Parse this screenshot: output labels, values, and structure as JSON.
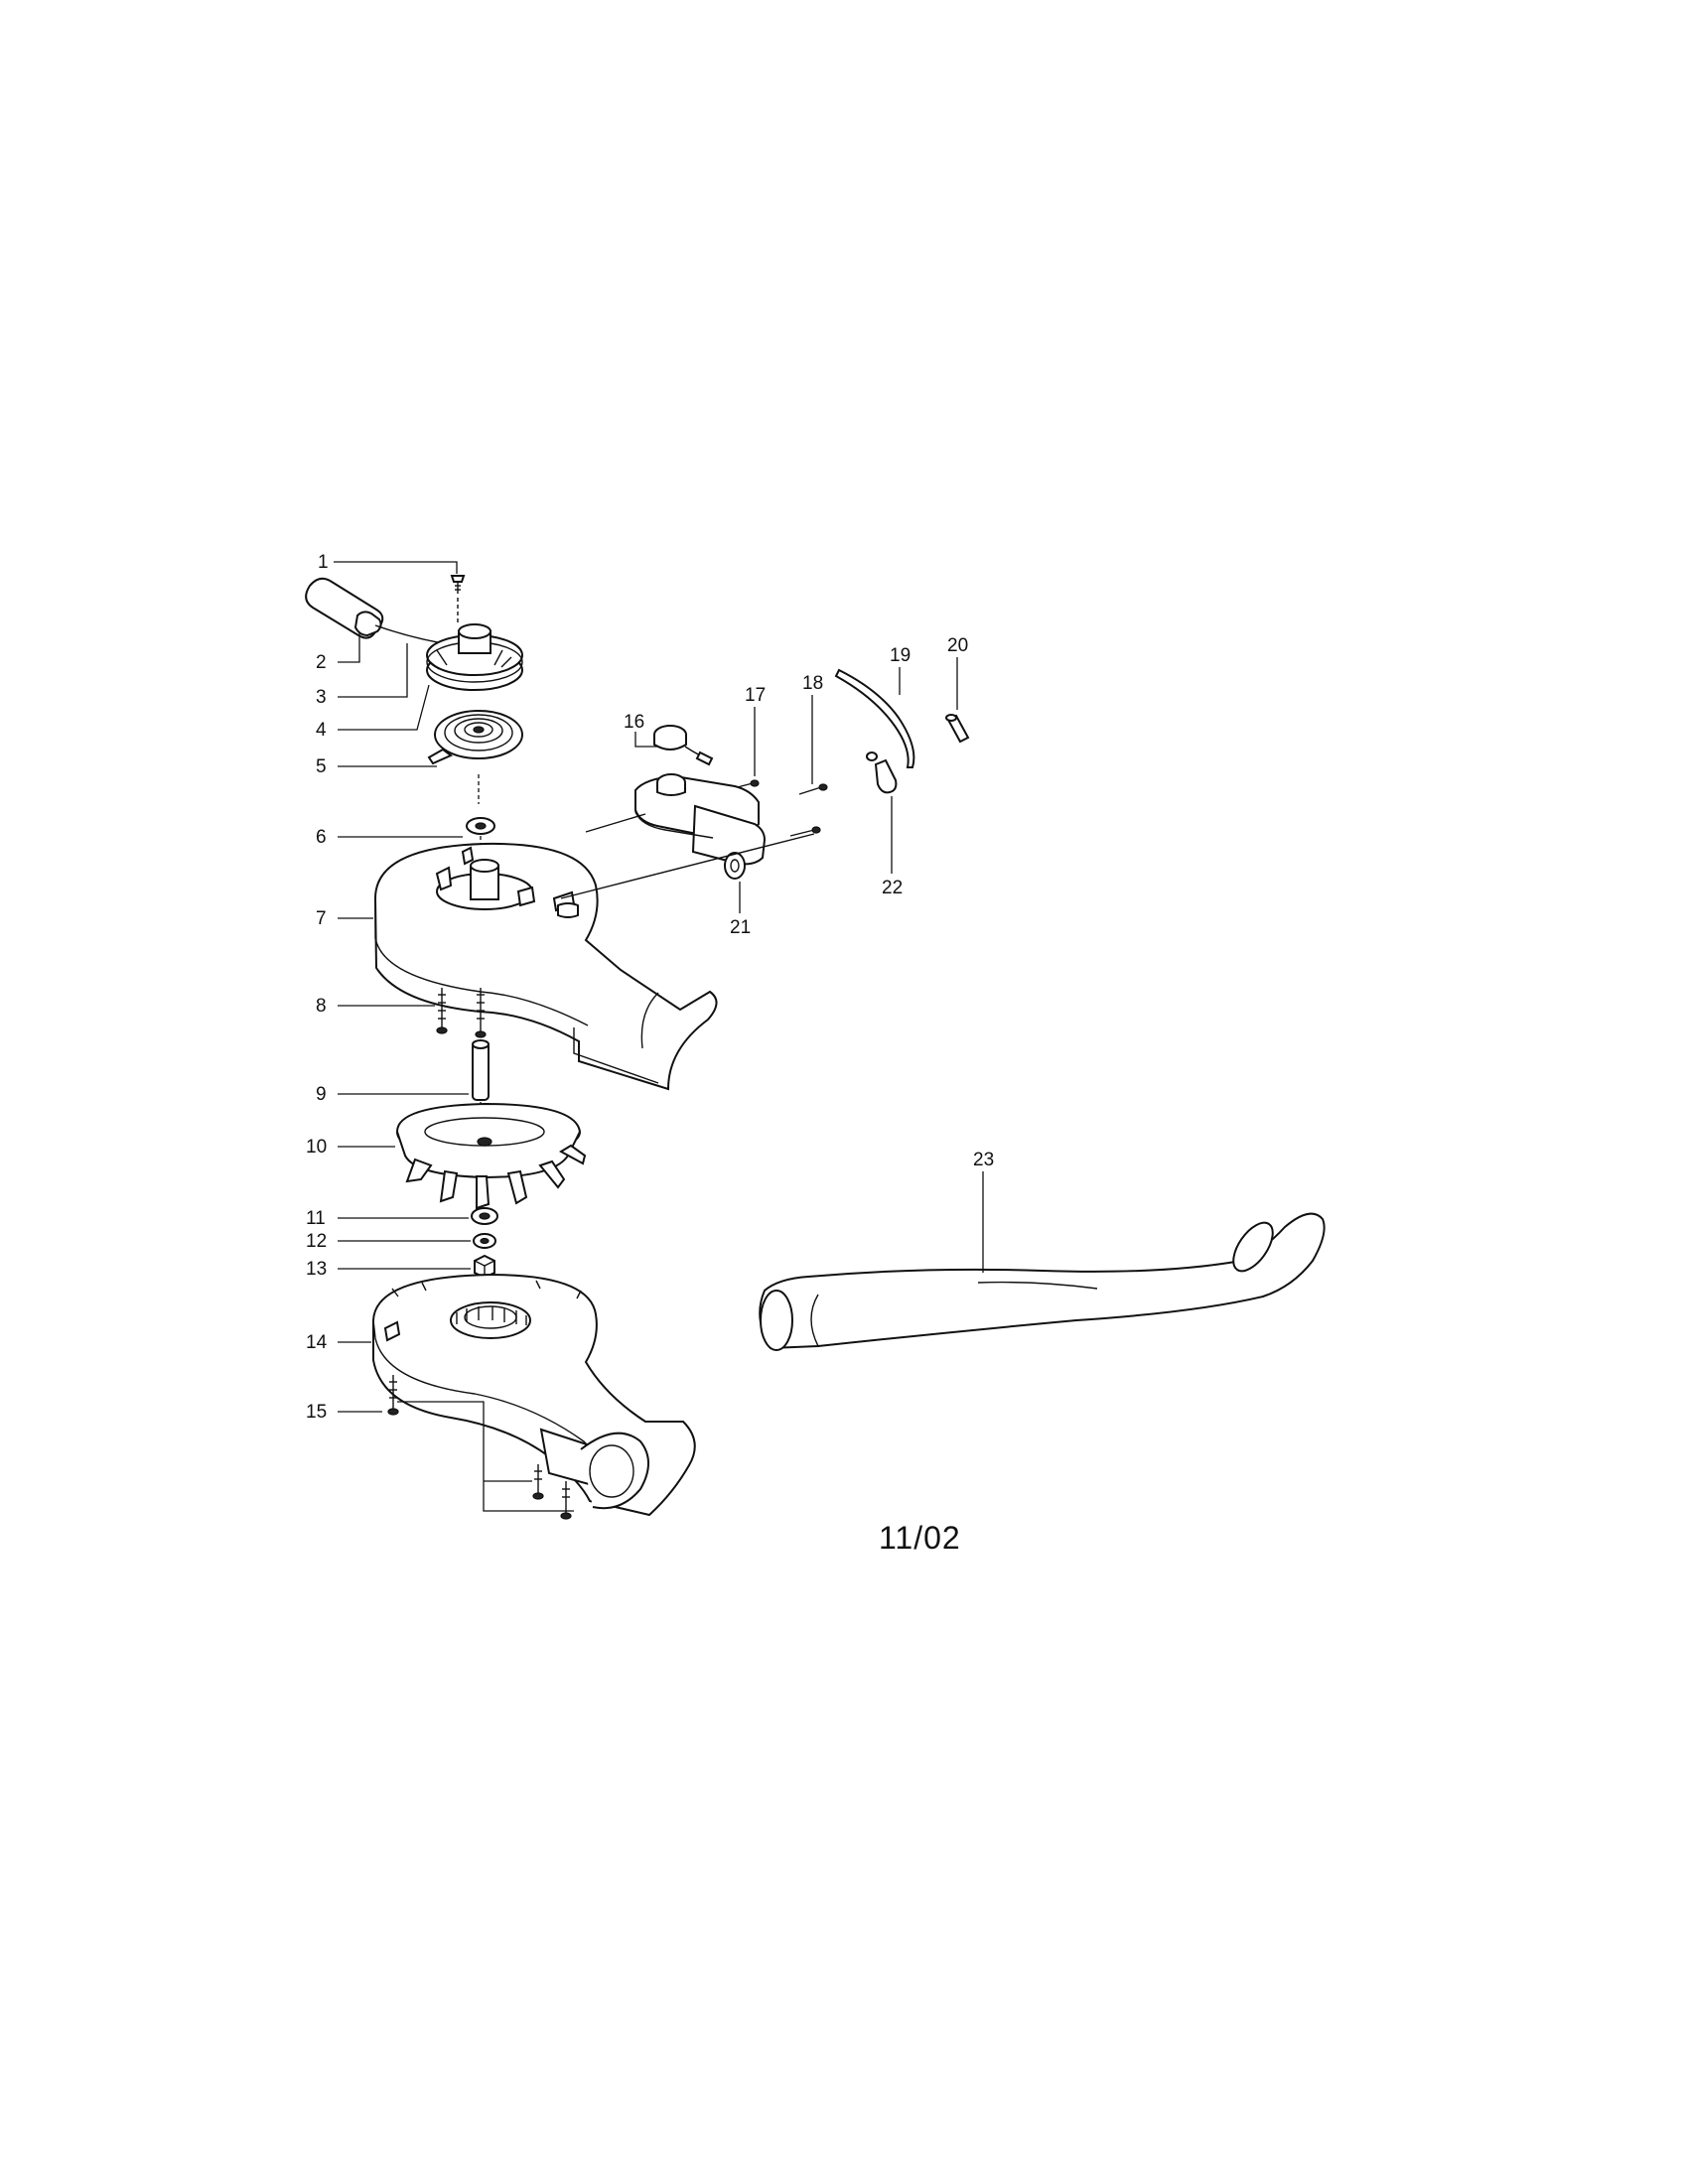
{
  "callouts": [
    "1",
    "2",
    "3",
    "4",
    "5",
    "6",
    "7",
    "8",
    "9",
    "10",
    "11",
    "12",
    "13",
    "14",
    "15",
    "16",
    "17",
    "18",
    "19",
    "20",
    "21",
    "22",
    "23"
  ],
  "date_code": "11/02"
}
